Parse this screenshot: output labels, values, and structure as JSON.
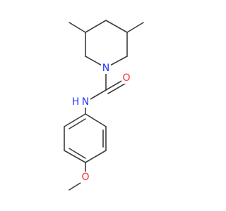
{
  "molecule": {
    "atoms": {
      "n_ring": {
        "label": "N",
        "color": "#1f35ff"
      },
      "o_carbonyl": {
        "label": "O",
        "color": "#ff2a2a"
      },
      "n_amide": {
        "label": "N",
        "color": "#1f35ff"
      },
      "h_amide": {
        "label": "H",
        "color": "#1f35ff"
      },
      "o_methoxy": {
        "label": "O",
        "color": "#ff2a2a"
      }
    },
    "bond_color": "#3c3c3c"
  }
}
